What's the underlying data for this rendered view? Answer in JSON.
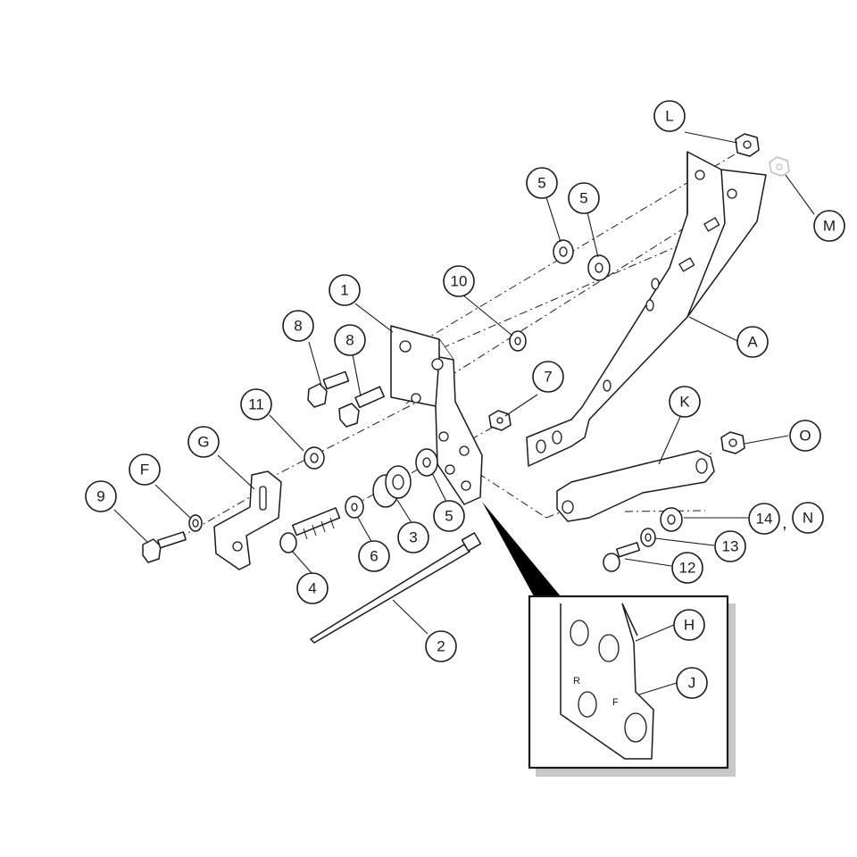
{
  "callouts": {
    "c1": "1",
    "c2": "2",
    "c3": "3",
    "c4": "4",
    "c5a": "5",
    "c5b": "5",
    "c5c": "5",
    "c6": "6",
    "c7": "7",
    "c8a": "8",
    "c8b": "8",
    "c9": "9",
    "c10": "10",
    "c11": "11",
    "c12": "12",
    "c13": "13",
    "c14": "14",
    "cA": "A",
    "cF": "F",
    "cG": "G",
    "cH": "H",
    "cJ": "J",
    "cK": "K",
    "cL": "L",
    "cM": "M",
    "cN": "N",
    "cO": "O"
  },
  "separator": ",",
  "inset": {
    "label_r": "R",
    "label_f": "F"
  },
  "colors": {
    "line": "#1a1a1a",
    "shadow": "#c8c8c8",
    "pale_nut": "#bfbfbf"
  }
}
